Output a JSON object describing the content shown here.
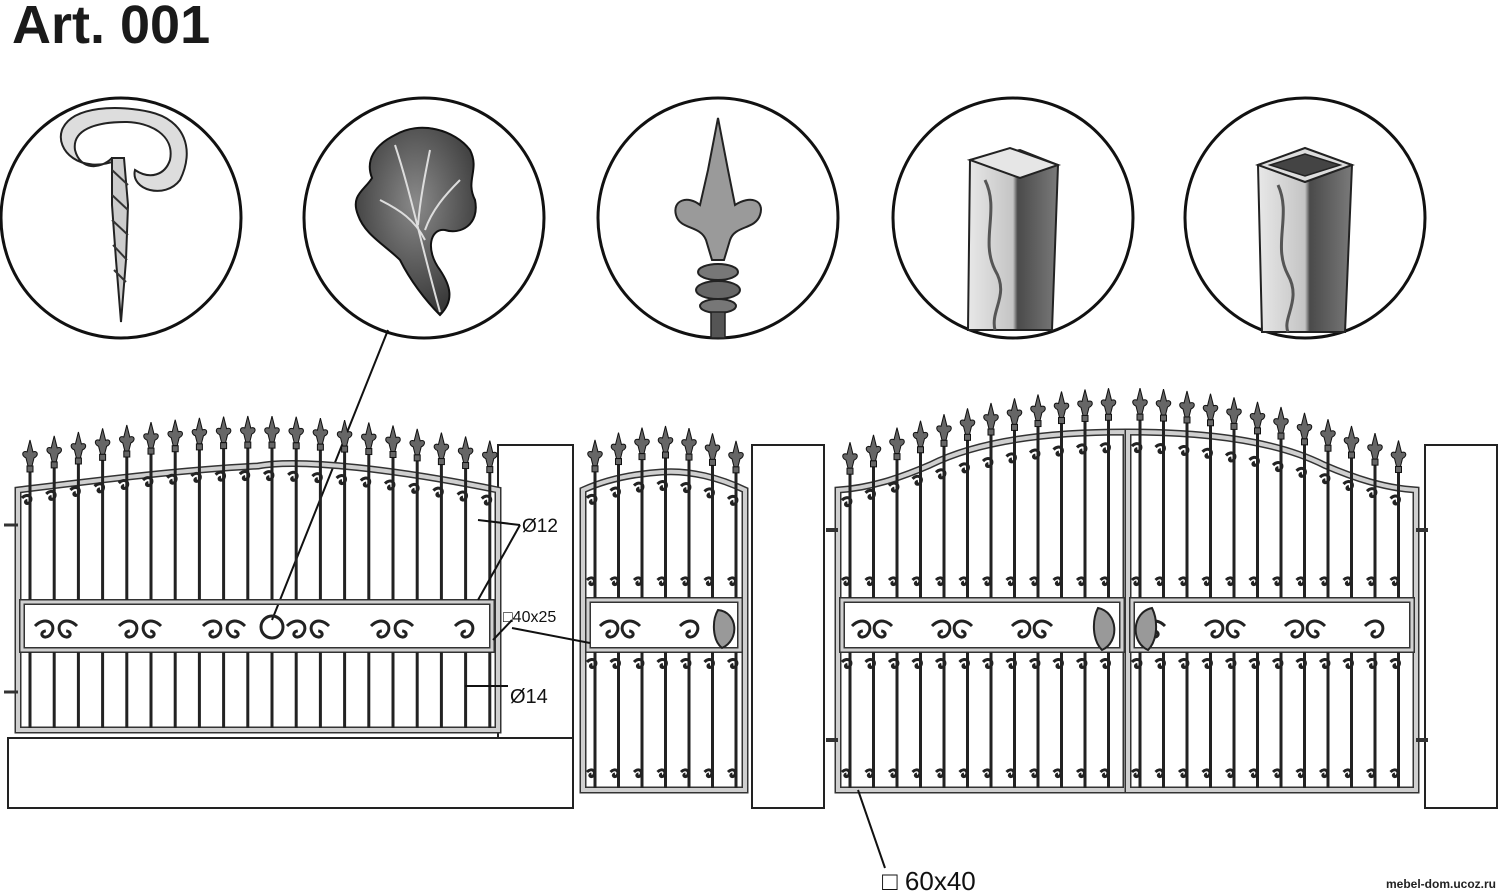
{
  "title": "Art. 001",
  "credit": "mebel-dom.ucoz.ru",
  "details": [
    {
      "name": "scroll-finial"
    },
    {
      "name": "forged-leaf"
    },
    {
      "name": "spear-top"
    },
    {
      "name": "forged-bar-solid"
    },
    {
      "name": "forged-tube-hollow"
    }
  ],
  "dimensions": {
    "bar_round": "Ø12",
    "frame_profile": "□40x25",
    "bar_round_lower": "Ø14",
    "post_profile": "□ 60x40"
  }
}
